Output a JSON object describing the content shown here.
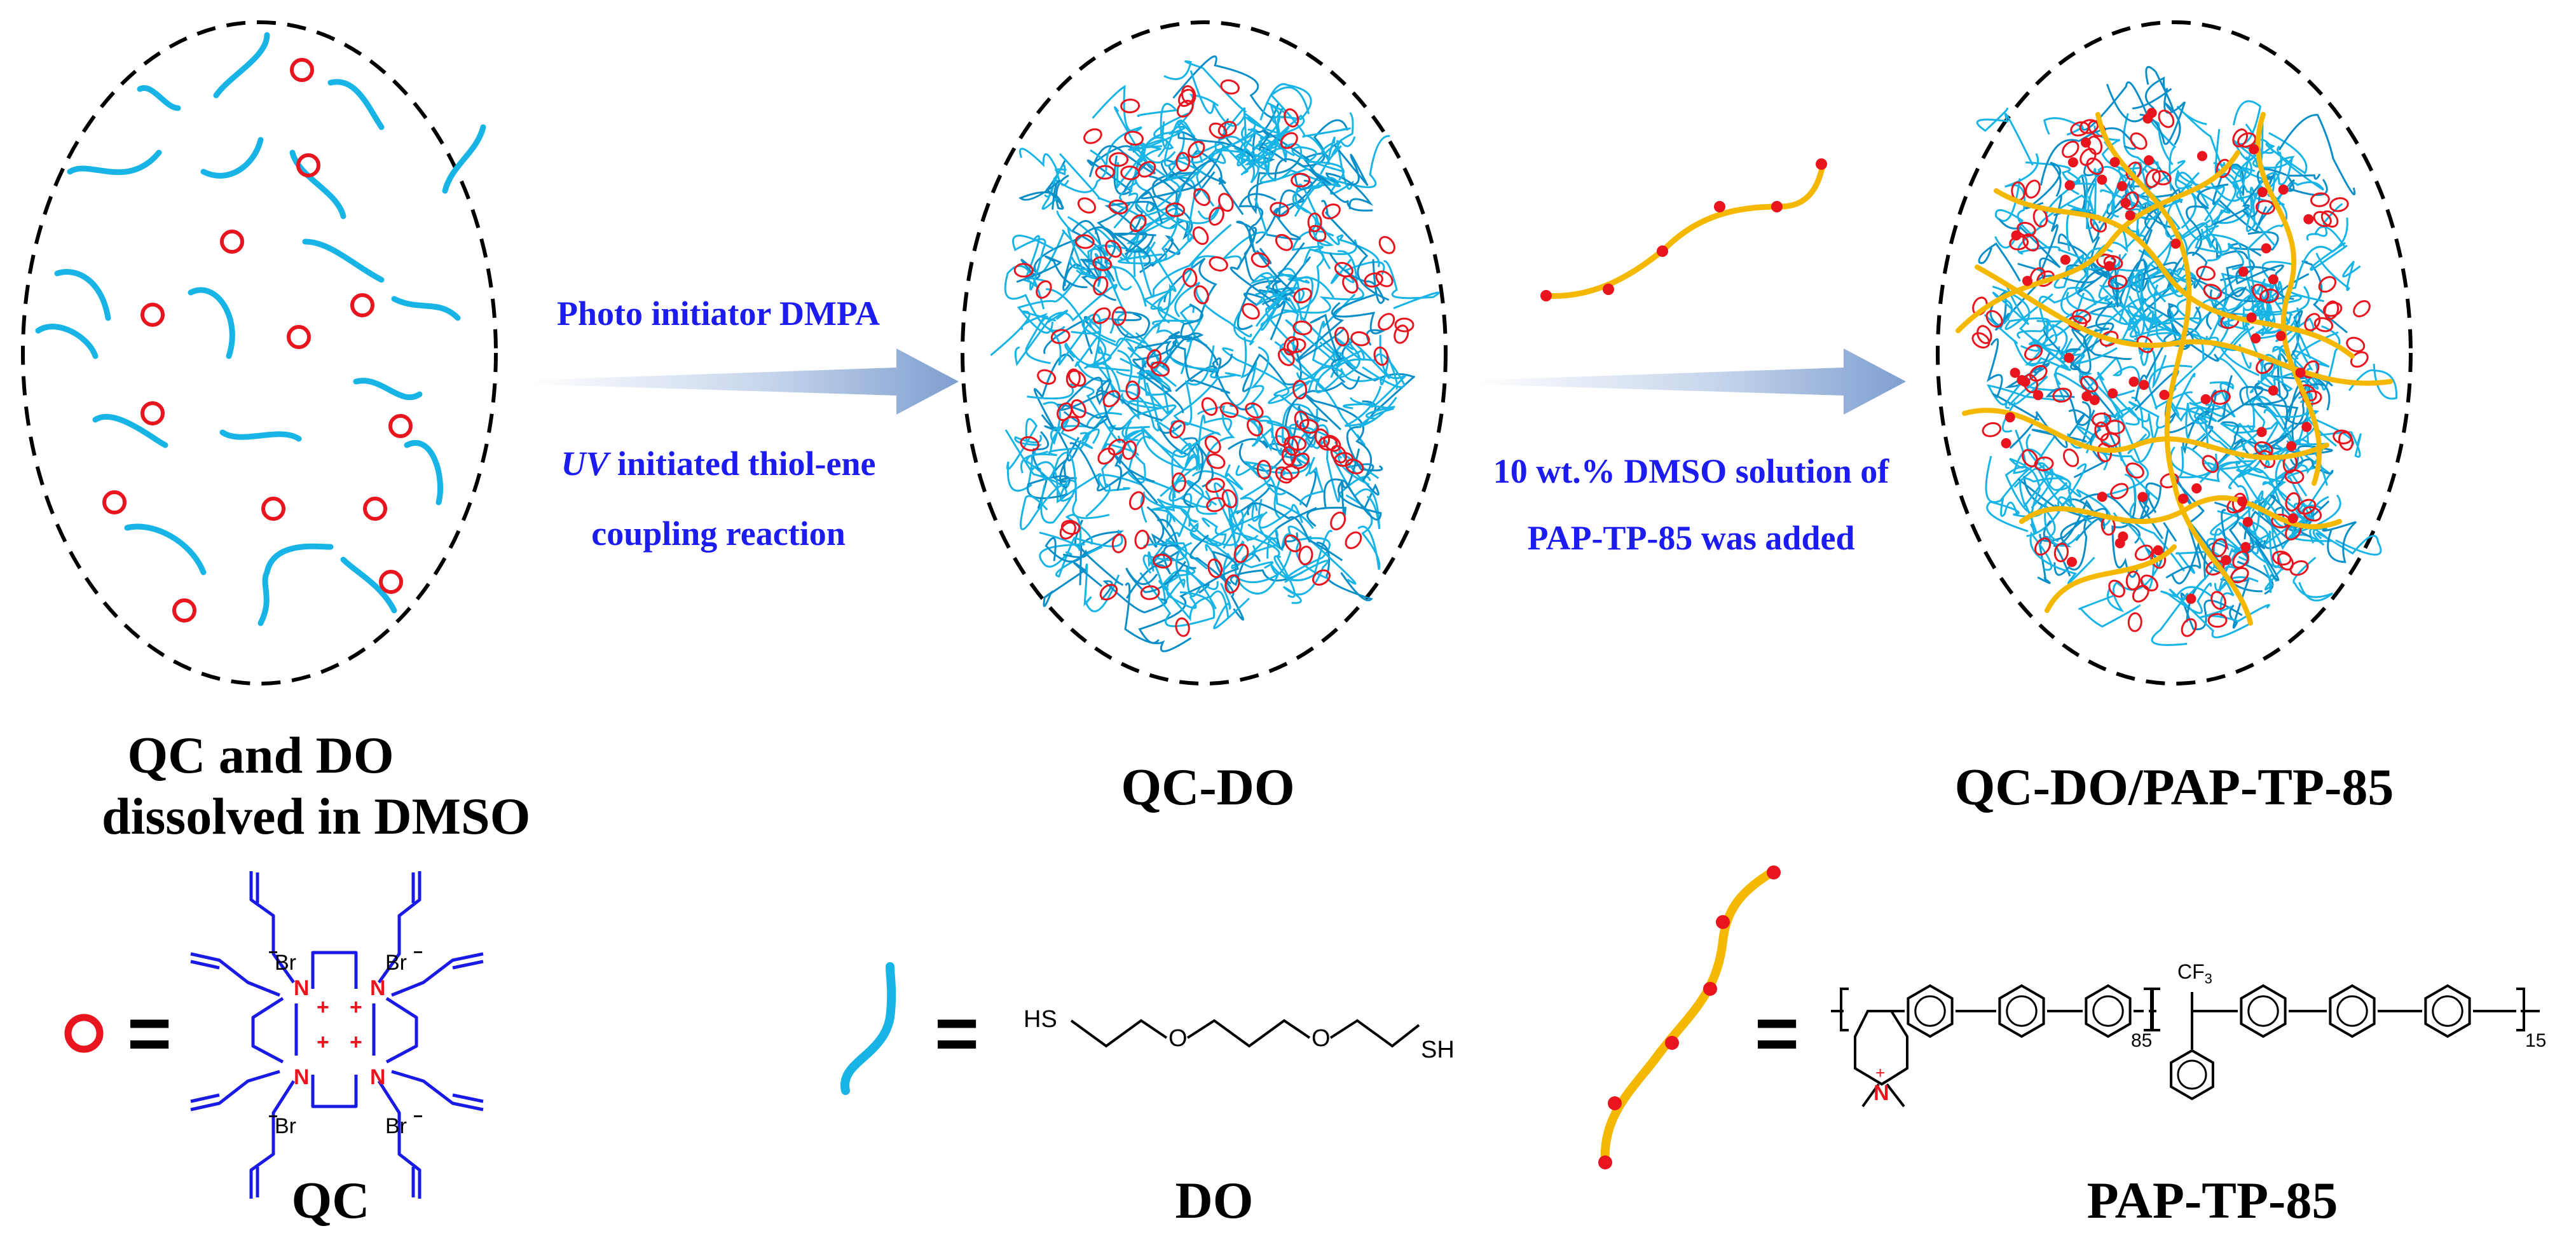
{
  "stages": {
    "stage1_label_line1": "QC and DO",
    "stage1_label_line2": "dissolved in DMSO",
    "stage2_label": "QC-DO",
    "stage3_label": "QC-DO/PAP-TP-85"
  },
  "arrow1": {
    "line1": "Photo initiator DMPA",
    "line2_italic": "UV",
    "line2_rest": " initiated thiol-ene",
    "line3": "coupling reaction"
  },
  "arrow2": {
    "line1": "10 wt.% DMSO solution of",
    "line2": "PAP-TP-85 was added"
  },
  "legend": {
    "equals": "=",
    "qc_name": "QC",
    "do_name": "DO",
    "pap_name": "PAP-TP-85",
    "qc_atoms": {
      "n": "N",
      "br": "Br",
      "plus": "+",
      "minus": "−"
    },
    "do_atoms": {
      "sh_left": "HS",
      "sh_right": "SH",
      "o": "O"
    },
    "pap_atoms": {
      "cf3": "CF",
      "cf3_sub": "3",
      "n": "N",
      "plus": "+",
      "sub85": "85",
      "sub15": "15"
    }
  },
  "colors": {
    "qc_red": "#e8141e",
    "do_cyan": "#18b4e6",
    "pap_orange": "#f5b800",
    "arrow_text": "#1c1cf0",
    "qc_structure_blue": "#1a1ae6",
    "nitrogen_red": "#e8141e"
  }
}
